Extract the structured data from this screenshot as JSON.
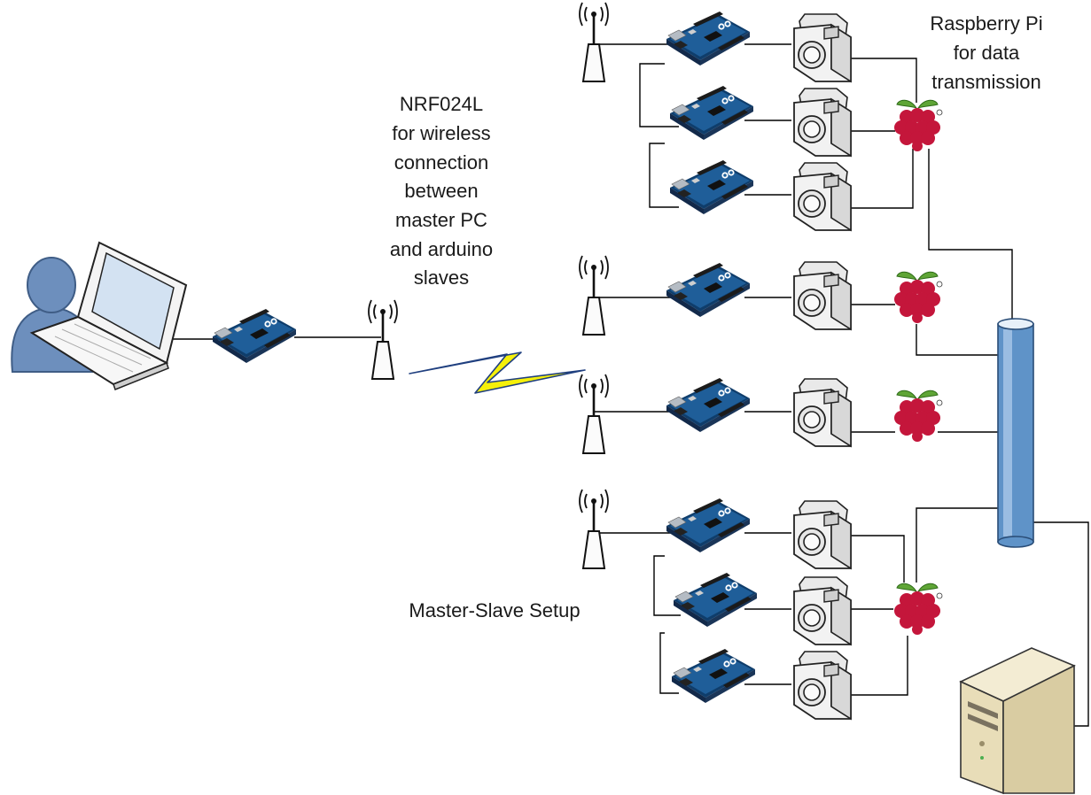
{
  "labels": {
    "nrf": [
      "NRF024L",
      "for wireless",
      "connection",
      "between",
      "master PC",
      "and arduino",
      "slaves"
    ],
    "rpi": [
      "Raspberry Pi",
      "for data",
      "transmission"
    ],
    "setup": "Master-Slave Setup"
  },
  "icons": {
    "user": "user-icon",
    "laptop": "laptop-icon",
    "arduino": "arduino-board-icon",
    "antenna": "antenna-icon",
    "wireless": "lightning-bolt-icon",
    "camera": "camera-icon",
    "raspberry_pi": "raspberry-pi-icon",
    "bus": "network-bus-icon",
    "server": "server-icon"
  },
  "colors": {
    "board_blue": "#1f5e99",
    "raspberry_red": "#c4163b",
    "raspberry_leaf": "#5fa536",
    "bus_blue": "#5f93c8",
    "user_blue": "#6d8fbd",
    "bolt_yellow": "#f5f00a",
    "server_beige": "#e8ddb8"
  }
}
